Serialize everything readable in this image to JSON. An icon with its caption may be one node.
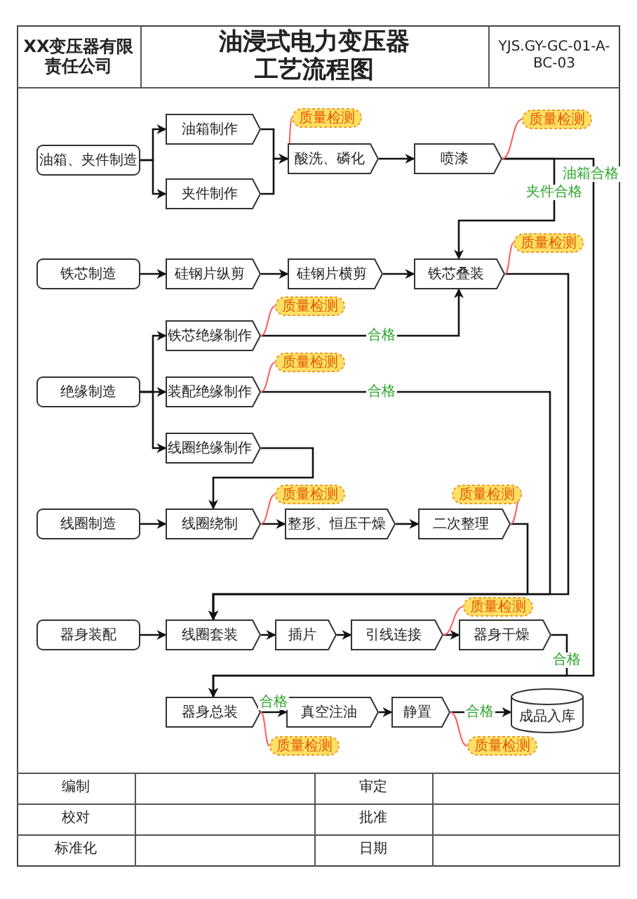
{
  "diagram": {
    "title": "油浸式电力变压器工艺流程图",
    "nodes": [
      {
        "text": [
          "油箱、夹件制造"
        ]
      },
      {
        "text": [
          "油箱制作"
        ]
      },
      {
        "text": [
          "夹件制作"
        ]
      },
      {
        "text": [
          "质量检测"
        ]
      },
      {
        "text": [
          "酸洗、磷化"
        ]
      },
      {
        "text": [
          "喷漆"
        ]
      },
      {
        "text": [
          "质量检测"
        ]
      },
      {
        "text": [
          "铁芯制造"
        ]
      },
      {
        "text": [
          "硅钢片纵剪"
        ]
      },
      {
        "text": [
          "硅钢片横剪"
        ]
      },
      {
        "text": [
          "铁芯叠装"
        ]
      },
      {
        "text": [
          "质量检测"
        ]
      },
      {
        "text": [
          "铁芯绝缘制作"
        ]
      },
      {
        "text": [
          "质量检测"
        ]
      },
      {
        "text": [
          "绝缘制造"
        ]
      },
      {
        "text": [
          "装配绝缘制作"
        ]
      },
      {
        "text": [
          "质量检测"
        ]
      },
      {
        "text": [
          "线圈绝缘制作"
        ]
      },
      {
        "text": [
          "线圈制造"
        ]
      },
      {
        "text": [
          "线圈绕制"
        ]
      },
      {
        "text": [
          "质量检测"
        ]
      },
      {
        "text": [
          "整形、恒压干燥"
        ]
      },
      {
        "text": [
          "二次整理"
        ]
      },
      {
        "text": [
          "质量检测"
        ]
      },
      {
        "text": [
          "器身装配"
        ]
      },
      {
        "text": [
          "线圈套装"
        ]
      },
      {
        "text": [
          "插片"
        ]
      },
      {
        "text": [
          "引线连接"
        ]
      },
      {
        "text": [
          "器身干燥"
        ]
      },
      {
        "text": [
          "质量检测"
        ]
      },
      {
        "text": [
          "器身总装"
        ]
      },
      {
        "text": [
          "真空注油"
        ]
      },
      {
        "text": [
          "静置"
        ]
      },
      {
        "text": [
          "成品入库"
        ]
      },
      {
        "text": [
          "质量检测"
        ]
      },
      {
        "text": [
          "质量检测"
        ]
      }
    ],
    "edges": [
      {
        "from": 0,
        "to": 1,
        "arrow": "to"
      },
      {
        "from": 0,
        "to": 2,
        "arrow": "to"
      },
      {
        "from": 1,
        "to": 4,
        "arrow": "to"
      },
      {
        "from": 2,
        "to": 4,
        "arrow": "to"
      },
      {
        "from": 4,
        "to": 5,
        "arrow": "to"
      },
      {
        "from": 5,
        "to": 10,
        "arrow": "to",
        "label": "夹件合格"
      },
      {
        "from": 5,
        "to": 30,
        "arrow": "to",
        "label": "油箱合格"
      },
      {
        "from": 7,
        "to": 8,
        "arrow": "to"
      },
      {
        "from": 8,
        "to": 9,
        "arrow": "to"
      },
      {
        "from": 9,
        "to": 10,
        "arrow": "to"
      },
      {
        "from": 10,
        "to": 25,
        "arrow": "to"
      },
      {
        "from": 14,
        "to": 12,
        "arrow": "to"
      },
      {
        "from": 14,
        "to": 15,
        "arrow": "to"
      },
      {
        "from": 14,
        "to": 17,
        "arrow": "to"
      },
      {
        "from": 12,
        "to": 10,
        "arrow": "to",
        "label": "合格"
      },
      {
        "from": 15,
        "to": 25,
        "arrow": "to",
        "label": "合格"
      },
      {
        "from": 17,
        "to": 19,
        "arrow": "to"
      },
      {
        "from": 18,
        "to": 19,
        "arrow": "to"
      },
      {
        "from": 19,
        "to": 21,
        "arrow": "to"
      },
      {
        "from": 21,
        "to": 22,
        "arrow": "to"
      },
      {
        "from": 22,
        "to": 25,
        "arrow": "to"
      },
      {
        "from": 24,
        "to": 25,
        "arrow": "to"
      },
      {
        "from": 25,
        "to": 26,
        "arrow": "to"
      },
      {
        "from": 26,
        "to": 27,
        "arrow": "to"
      },
      {
        "from": 27,
        "to": 28,
        "arrow": "to"
      },
      {
        "from": 28,
        "to": 30,
        "arrow": "to",
        "label": "合格"
      },
      {
        "from": 30,
        "to": 31,
        "arrow": "to",
        "label": "合格"
      },
      {
        "from": 31,
        "to": 32,
        "arrow": "to"
      },
      {
        "from": 32,
        "to": 33,
        "arrow": "to",
        "label": "合格"
      },
      {
        "from": 3,
        "to": 4,
        "arrow": "none",
        "color": "#ff5a5a"
      },
      {
        "from": 6,
        "to": 5,
        "arrow": "none",
        "color": "#ff5a5a"
      },
      {
        "from": 11,
        "to": 10,
        "arrow": "none",
        "color": "#ff5a5a"
      },
      {
        "from": 13,
        "to": 12,
        "arrow": "none",
        "color": "#ff5a5a"
      },
      {
        "from": 16,
        "to": 15,
        "arrow": "none",
        "color": "#ff5a5a"
      },
      {
        "from": 20,
        "to": 19,
        "arrow": "none",
        "color": "#ff5a5a"
      },
      {
        "from": 23,
        "to": 22,
        "arrow": "none",
        "color": "#ff5a5a"
      },
      {
        "from": 29,
        "to": 27,
        "arrow": "none",
        "color": "#ff5a5a"
      },
      {
        "from": 34,
        "to": 30,
        "arrow": "none",
        "color": "#ff5a5a"
      },
      {
        "from": 35,
        "to": 32,
        "arrow": "none",
        "color": "#ff5a5a"
      }
    ],
    "labels": [
      "XX变压器有限责任公司",
      "YJS.GY-GC-01-A-BC-03",
      "编制",
      "审定",
      "校对",
      "批准",
      "标准化",
      "日期"
    ]
  }
}
